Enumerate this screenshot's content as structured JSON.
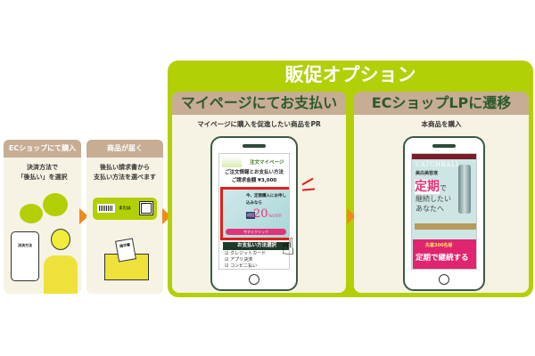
{
  "step1": {
    "header": "ECショップにて購入",
    "desc_line1": "決済方法で",
    "desc_line2": "「後払い」を選択",
    "phone_label": "決済方法"
  },
  "step2": {
    "header": "商品が届く",
    "desc_line1": "後払い請求書から",
    "desc_line2": "支払い方法を選べます",
    "bubble_or": "または",
    "invoice_label": "請求書"
  },
  "option": {
    "title": "販促オプション"
  },
  "mypage": {
    "header": "マイページにてお支払い",
    "desc": "マイページに購入を促進したい商品をPR",
    "screen_title": "注文マイページ",
    "order_info": "ご注文情報とお支払い方法",
    "amount_label": "ご請求金額",
    "amount": "¥3,000",
    "ad_line1": "今、定期購入にお申し込みなら",
    "ad_badge": "初回",
    "ad_percent": "20",
    "ad_off": "%OFF",
    "ad_cta": "今すぐクリック",
    "method_header": "お支払い方法選択",
    "methods": [
      "クレジットカード",
      "アプリ決済",
      "コンビニ払い"
    ]
  },
  "lp": {
    "header": "ECショップLPに遷移",
    "desc": "本商品を購入",
    "brand": "CATCHBALL",
    "product_type": "美白美容液",
    "headline1": "定期",
    "headline1b": "で",
    "headline2": "継続したい",
    "headline3": "あなたへ",
    "banner_top": "先着300名様",
    "banner_main": "定期で継続する"
  },
  "colors": {
    "green": "#b3cf05",
    "orange": "#f08a1a",
    "header_brown": "#c6ad94",
    "dark_green": "#2d5a2d",
    "red": "#e0201c",
    "pink": "#e2337a"
  }
}
